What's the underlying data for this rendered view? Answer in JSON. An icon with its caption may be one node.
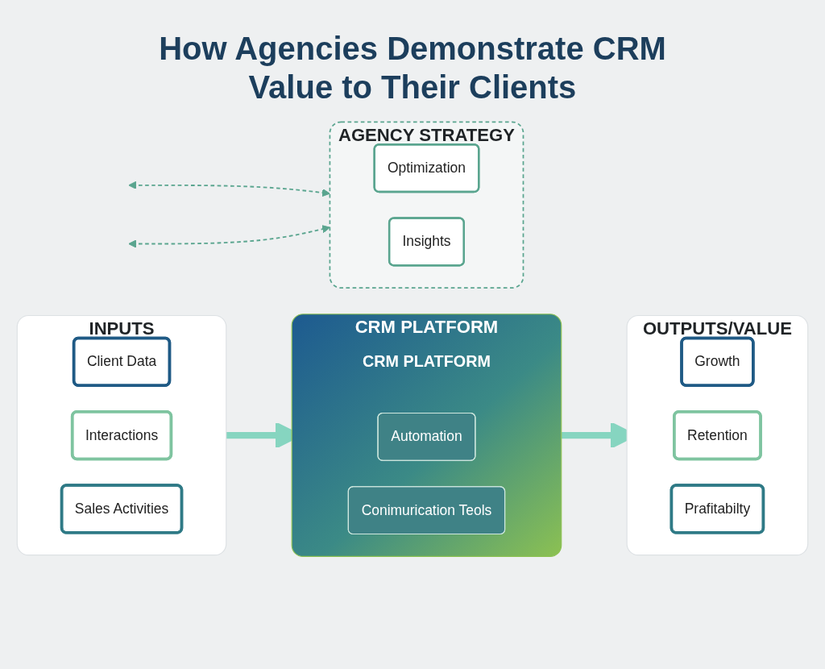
{
  "diagram": {
    "title": "How Agencies Demonstrate CRM Value to Their Clients",
    "nodes": [
      {
        "text": [
          "INPUTS"
        ]
      },
      {
        "text": [
          "Client Data"
        ],
        "in": 0
      },
      {
        "text": [
          "Interactions"
        ],
        "in": 0
      },
      {
        "text": [
          "Sales Activities"
        ],
        "in": 0
      },
      {
        "text": [
          "CRM PLATFORM"
        ]
      },
      {
        "text": [
          "CRM PLATFORM"
        ],
        "in": 4
      },
      {
        "text": [
          "Automation"
        ],
        "in": 4
      },
      {
        "text": [
          "Conimurication Teols"
        ],
        "in": 4
      },
      {
        "text": [
          "OUTPUTS/VALUE"
        ]
      },
      {
        "text": [
          "Growth"
        ],
        "in": 8
      },
      {
        "text": [
          "Retention"
        ],
        "in": 8
      },
      {
        "text": [
          "Prafitabilty"
        ],
        "in": 8
      },
      {
        "text": [
          "AGENCY STRATEGY"
        ]
      },
      {
        "text": [
          "Optimization"
        ],
        "in": 12
      },
      {
        "text": [
          "Insights"
        ],
        "in": 12
      }
    ],
    "edges": [
      {
        "from": 0,
        "to": 4,
        "arrow": "to",
        "style": "thick",
        "color": "#86d5c0"
      },
      {
        "from": 4,
        "to": 8,
        "arrow": "to",
        "style": "thick",
        "color": "#86d5c0"
      },
      {
        "from": null,
        "to": 12,
        "arrow": "both",
        "style": "dashed",
        "color": "#5aa58f"
      },
      {
        "from": null,
        "to": 12,
        "arrow": "both",
        "style": "dashed",
        "color": "#5aa58f"
      }
    ]
  }
}
